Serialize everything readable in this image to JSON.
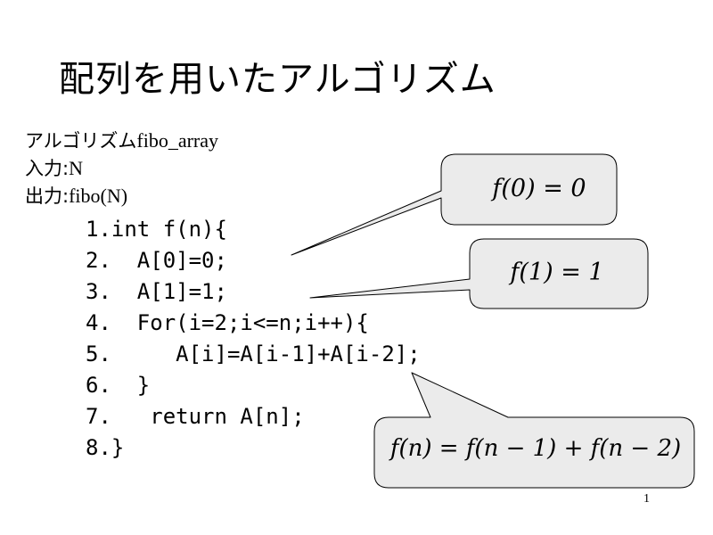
{
  "title": "配列を用いたアルゴリズム",
  "algorithm": {
    "label": "アルゴリズム",
    "name": "fibo_array"
  },
  "input": {
    "label": "入力",
    "sep": ":",
    "value": "N"
  },
  "output": {
    "label": "出力",
    "sep": ":",
    "value": "fibo(N)"
  },
  "code_lines": [
    "1.int f(n){",
    "2.  A[0]=0;",
    "3.  A[1]=1;",
    "4.  For(i=2;i<=n;i++){",
    "5.     A[i]=A[i-1]+A[i-2];",
    "6.  }",
    "7.   return A[n];",
    "8.}"
  ],
  "callouts": [
    {
      "formula": "f(0) = 0"
    },
    {
      "formula": "f(1) = 1"
    },
    {
      "formula": "f(n) = f(n − 1) + f(n − 2)"
    }
  ],
  "page_number": "1",
  "colors": {
    "callout_fill": "#ebebeb",
    "callout_stroke": "#000000"
  }
}
